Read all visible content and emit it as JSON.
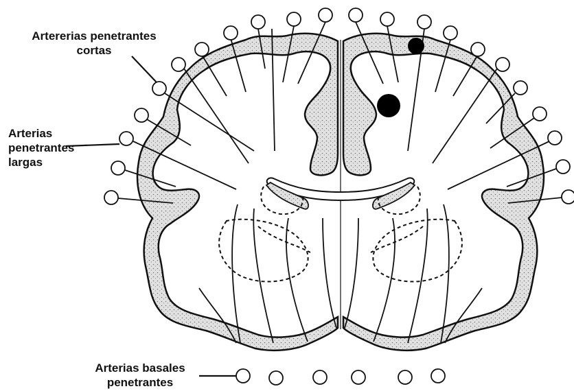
{
  "labels": {
    "short_penetrating": [
      "Artererias penetrantes",
      "cortas"
    ],
    "long_penetrating": [
      "Arterias",
      "penetrantes",
      "largas"
    ],
    "basal_penetrating": [
      "Arterias basales",
      "penetrantes"
    ]
  },
  "colors": {
    "cortex_fill": "#d8d8d8",
    "outline": "#111111",
    "background": "#ffffff",
    "lesion_marker": "#000000"
  }
}
